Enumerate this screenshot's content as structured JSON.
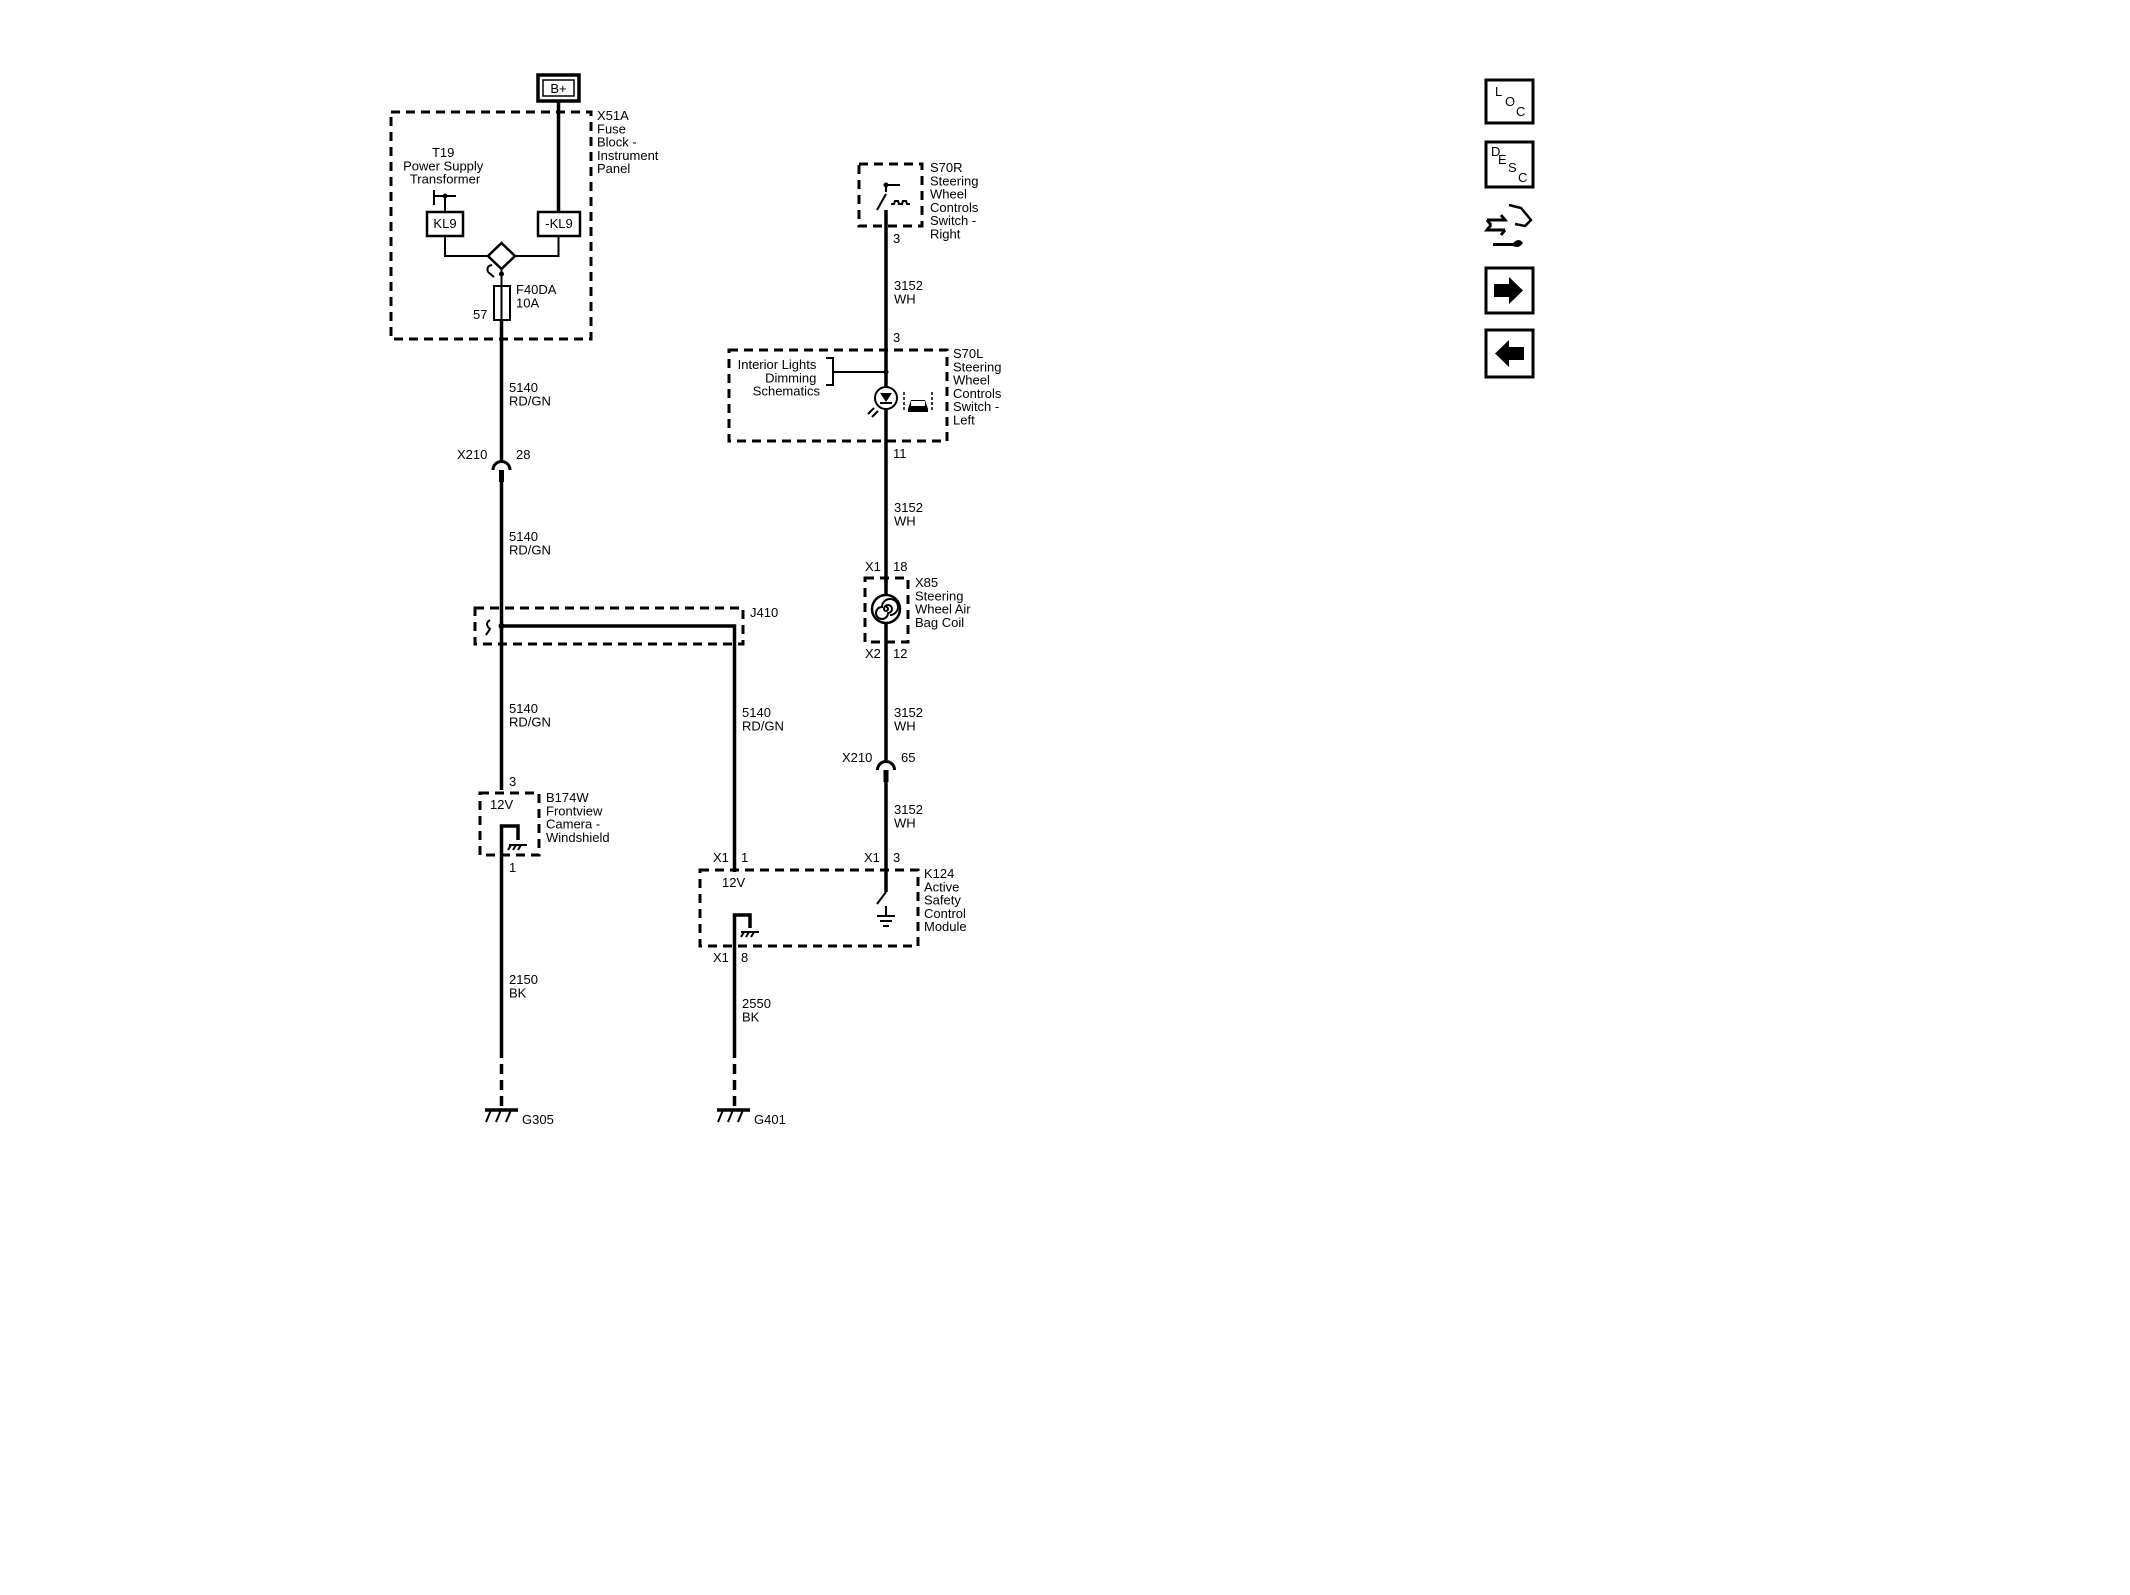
{
  "power": {
    "label": "B+"
  },
  "fuse_block": {
    "name_lines": [
      "X51A",
      "Fuse",
      "Block -",
      "Instrument",
      "Panel"
    ]
  },
  "transformer": {
    "name_lines": [
      "T19",
      "Power Supply",
      "Transformer"
    ],
    "kl9": "KL9",
    "neg_kl9": "-KL9"
  },
  "fuse": {
    "name": "F40DA",
    "rating": "10A",
    "pin": "57"
  },
  "wire_5140": {
    "circuit": "5140",
    "color": "RD/GN"
  },
  "wire_3152": {
    "circuit": "3152",
    "color": "WH"
  },
  "wire_2150": {
    "circuit": "2150",
    "color": "BK"
  },
  "wire_2550": {
    "circuit": "2550",
    "color": "BK"
  },
  "x210_left": {
    "name": "X210",
    "pin": "28"
  },
  "x210_right": {
    "name": "X210",
    "pin": "65"
  },
  "splice": {
    "name": "J410"
  },
  "camera": {
    "name_lines": [
      "B174W",
      "Frontview",
      "Camera -",
      "Windshield"
    ],
    "voltage": "12V",
    "pin_top": "3",
    "pin_bottom": "1"
  },
  "module": {
    "name_lines": [
      "K124",
      "Active",
      "Safety",
      "Control",
      "Module"
    ],
    "voltage": "12V",
    "x1": "X1",
    "pin_power": "1",
    "pin_switch": "3",
    "pin_ground": "8"
  },
  "switch_right": {
    "name_lines": [
      "S70R",
      "Steering",
      "Wheel",
      "Controls",
      "Switch -",
      "Right"
    ],
    "pin": "3"
  },
  "switch_left": {
    "name_lines": [
      "S70L",
      "Steering",
      "Wheel",
      "Controls",
      "Switch -",
      "Left"
    ],
    "pin_top": "3",
    "pin_bottom": "11",
    "ref_lines": [
      "Interior Lights",
      "Dimming",
      "Schematics"
    ]
  },
  "airbag_coil": {
    "name_lines": [
      "X85",
      "Steering",
      "Wheel Air",
      "Bag Coil"
    ],
    "x1": "X1",
    "pin_top": "18",
    "x2": "X2",
    "pin_bottom": "12"
  },
  "grounds": {
    "left": "G305",
    "right": "G401"
  },
  "nav": {
    "loc_letters": [
      "L",
      "O",
      "C"
    ],
    "desc_letters": [
      "D",
      "E",
      "S",
      "C"
    ]
  }
}
